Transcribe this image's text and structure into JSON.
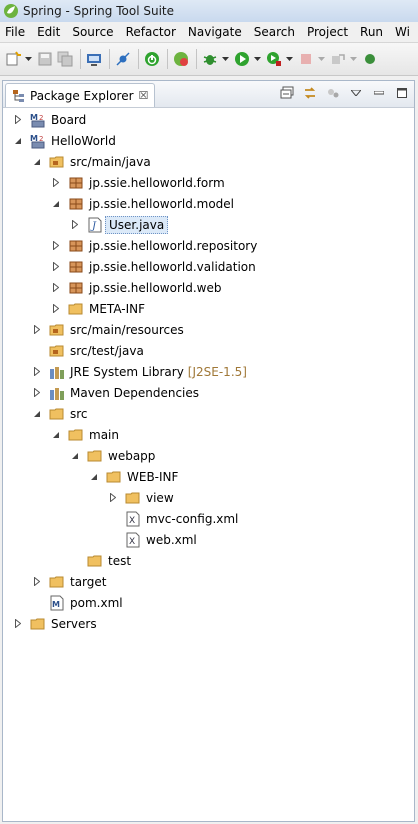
{
  "window": {
    "title": "Spring - Spring Tool Suite"
  },
  "menu": [
    "File",
    "Edit",
    "Source",
    "Refactor",
    "Navigate",
    "Search",
    "Project",
    "Run",
    "Wi"
  ],
  "view": {
    "tab_label": "Package Explorer",
    "close_glyph": "☒"
  },
  "tree": [
    {
      "label": "Board",
      "decor": "",
      "expand": "collapsed",
      "icon": "maven-project-icon"
    },
    {
      "label": "HelloWorld",
      "decor": "",
      "expand": "expanded",
      "icon": "maven-project-icon"
    },
    {
      "label": "src/main/java",
      "decor": "",
      "expand": "expanded",
      "icon": "source-folder-icon"
    },
    {
      "label": "jp.ssie.helloworld.form",
      "decor": "",
      "expand": "collapsed",
      "icon": "package-icon"
    },
    {
      "label": "jp.ssie.helloworld.model",
      "decor": "",
      "expand": "expanded",
      "icon": "package-icon"
    },
    {
      "label": "User.java",
      "decor": "",
      "expand": "collapsed",
      "icon": "java-file-icon",
      "selected": true
    },
    {
      "label": "jp.ssie.helloworld.repository",
      "decor": "",
      "expand": "collapsed",
      "icon": "package-icon"
    },
    {
      "label": "jp.ssie.helloworld.validation",
      "decor": "",
      "expand": "collapsed",
      "icon": "package-icon"
    },
    {
      "label": "jp.ssie.helloworld.web",
      "decor": "",
      "expand": "collapsed",
      "icon": "package-icon"
    },
    {
      "label": "META-INF",
      "decor": "",
      "expand": "collapsed",
      "icon": "folder-icon"
    },
    {
      "label": "src/main/resources",
      "decor": "",
      "expand": "collapsed",
      "icon": "source-folder-icon"
    },
    {
      "label": "src/test/java",
      "decor": "",
      "expand": "none",
      "icon": "source-folder-icon"
    },
    {
      "label": "JRE System Library",
      "decor": "[J2SE-1.5]",
      "expand": "collapsed",
      "icon": "library-icon"
    },
    {
      "label": "Maven Dependencies",
      "decor": "",
      "expand": "collapsed",
      "icon": "library-icon"
    },
    {
      "label": "src",
      "decor": "",
      "expand": "expanded",
      "icon": "folder-icon"
    },
    {
      "label": "main",
      "decor": "",
      "expand": "expanded",
      "icon": "folder-icon"
    },
    {
      "label": "webapp",
      "decor": "",
      "expand": "expanded",
      "icon": "folder-icon"
    },
    {
      "label": "WEB-INF",
      "decor": "",
      "expand": "expanded",
      "icon": "folder-icon"
    },
    {
      "label": "view",
      "decor": "",
      "expand": "collapsed",
      "icon": "folder-icon"
    },
    {
      "label": "mvc-config.xml",
      "decor": "",
      "expand": "none",
      "icon": "xml-file-icon"
    },
    {
      "label": "web.xml",
      "decor": "",
      "expand": "none",
      "icon": "xml-file-icon"
    },
    {
      "label": "test",
      "decor": "",
      "expand": "none",
      "icon": "folder-icon"
    },
    {
      "label": "target",
      "decor": "",
      "expand": "collapsed",
      "icon": "folder-icon"
    },
    {
      "label": "pom.xml",
      "decor": "",
      "expand": "none",
      "icon": "pom-file-icon"
    },
    {
      "label": "Servers",
      "decor": "",
      "expand": "collapsed",
      "icon": "folder-icon"
    }
  ],
  "colors": {
    "decor": "#a07838",
    "selection": "#dbe9f8",
    "folder": "#e8b04a",
    "package": "#b5651d"
  }
}
